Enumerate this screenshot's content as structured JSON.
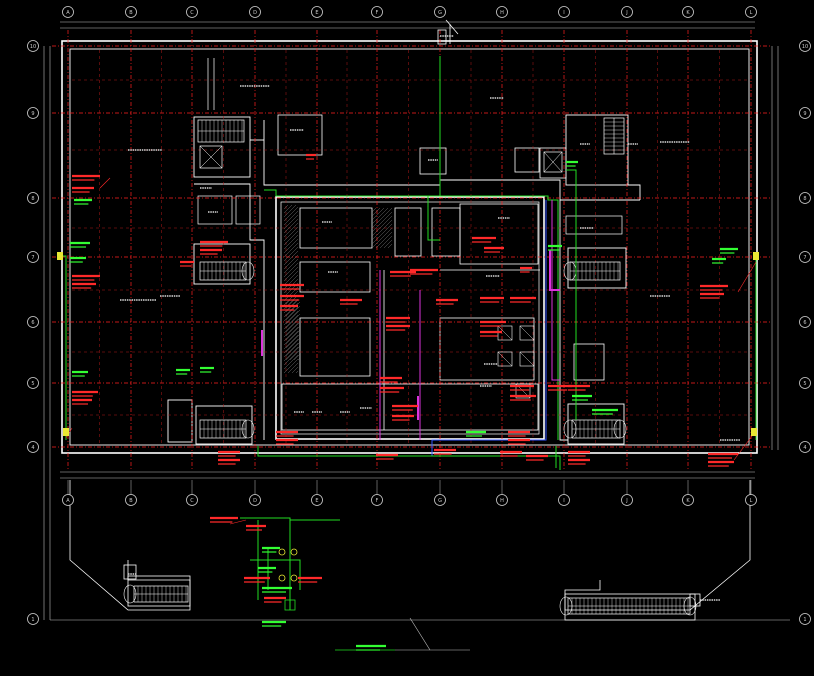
{
  "colors": {
    "background": "#000000",
    "wall": "#ffffff",
    "grid": "#ff2020",
    "dim": "#cfcfcf",
    "pipe_green": "#22dd22",
    "pipe_magenta": "#dd33dd",
    "pipe_blue": "#3355ff",
    "label_red": "#ff2a2a",
    "label_green": "#33ff33"
  },
  "grid_columns_top": [
    "A",
    "B",
    "C",
    "D",
    "E",
    "F",
    "G",
    "H",
    "I",
    "J",
    "K",
    "L"
  ],
  "grid_columns_bottom": [
    "A",
    "B",
    "C",
    "D",
    "E",
    "F",
    "G",
    "H",
    "I",
    "J",
    "K",
    "L"
  ],
  "grid_rows_left": [
    "10",
    "9",
    "8",
    "7",
    "6",
    "5",
    "4",
    "1"
  ],
  "grid_rows_right": [
    "10",
    "9",
    "8",
    "7",
    "6",
    "5",
    "4",
    "1"
  ],
  "icons": [
    "north-arrow-icon",
    "stair-icon",
    "elevator-icon",
    "riser-symbol-icon",
    "grid-bubble-icon"
  ]
}
